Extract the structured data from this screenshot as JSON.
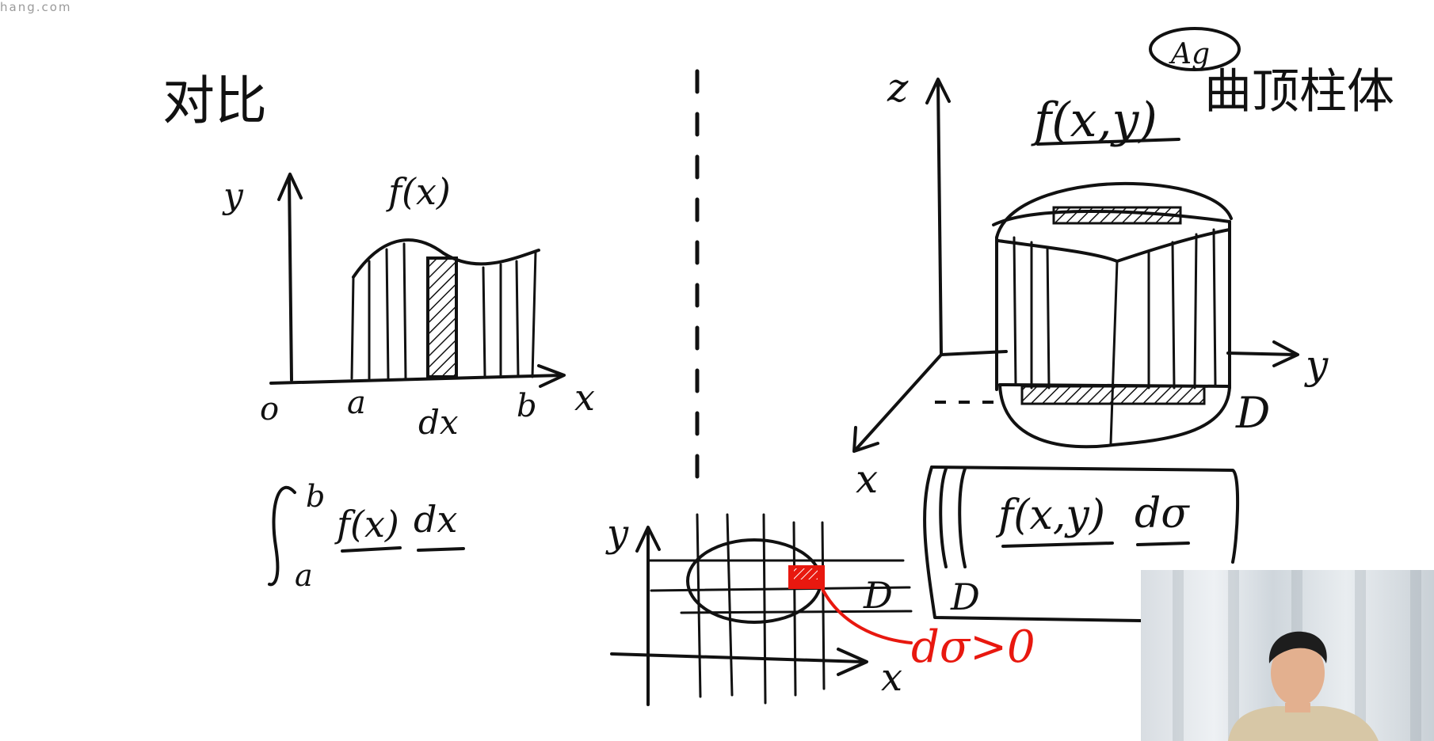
{
  "watermark": "hang.com",
  "left_panel": {
    "title": "对比",
    "y_label": "y",
    "x_label": "x",
    "origin": "o",
    "a_label": "a",
    "b_label": "b",
    "dx_label": "dx",
    "func_label": "f(x)",
    "integral": {
      "upper": "b",
      "lower": "a",
      "integrand": "f(x)",
      "differential": "dx"
    }
  },
  "right_panel": {
    "circled": "Ag",
    "heading_func": "f(x,y)",
    "heading_text": "曲顶柱体",
    "z_label": "z",
    "y_label": "y",
    "x_label": "x",
    "region_label": "D",
    "integral": {
      "region": "D",
      "integrand": "f(x,y)",
      "differential": "dσ"
    }
  },
  "small_grid": {
    "y_label": "y",
    "x_label": "x",
    "region_label": "D",
    "note": "dσ>0",
    "note_color": "#e8180f"
  },
  "webcam": {
    "icon": "presenter-video-icon"
  }
}
